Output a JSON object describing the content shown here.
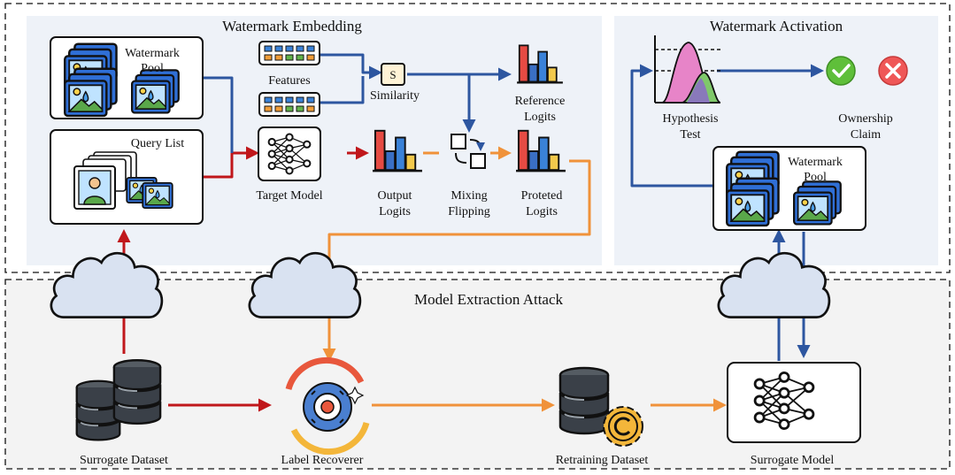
{
  "sections": {
    "embedding": {
      "title": "Watermark Embedding"
    },
    "activation": {
      "title": "Watermark Activation"
    },
    "attack": {
      "title": "Model Extraction Attack"
    }
  },
  "embedding": {
    "watermark_pool": {
      "line1": "Watermark",
      "line2": "Pool"
    },
    "query_list": "Query List",
    "features": "Features",
    "similarity": {
      "badge": "S",
      "label": "Similarity"
    },
    "target_model": "Target Model",
    "output_logits": {
      "line1": "Output",
      "line2": "Logits"
    },
    "mixing_flipping": {
      "line1": "Mixing",
      "line2": "Flipping"
    },
    "reference_logits": {
      "line1": "Reference",
      "line2": "Logits"
    },
    "protected_logits": {
      "line1": "Proteted",
      "line2": "Logits"
    }
  },
  "activation": {
    "hypothesis_test": {
      "line1": "Hypothesis",
      "line2": "Test"
    },
    "ownership_claim": {
      "line1": "Ownership",
      "line2": "Claim"
    },
    "watermark_pool": {
      "line1": "Watermark",
      "line2": "Pool"
    }
  },
  "attack": {
    "surrogate_dataset": "Surrogate Dataset",
    "label_recoverer": "Label Recoverer",
    "retraining_dataset": "Retraining Dataset",
    "surrogate_model": "Surrogate Model"
  },
  "colors": {
    "red_arrow": "#c0171b",
    "blue_arrow": "#2d56a0",
    "orange_arrow": "#f0923a",
    "panel_bg": "#eef2f8",
    "bottom_bg": "#f3f3f3"
  },
  "icons": {
    "check": "check-icon",
    "cross": "cross-icon",
    "gear": "gear-icon",
    "database": "database-icon",
    "neural_network": "neural-network-icon",
    "cloud": "cloud-icon",
    "image": "image-icon"
  }
}
